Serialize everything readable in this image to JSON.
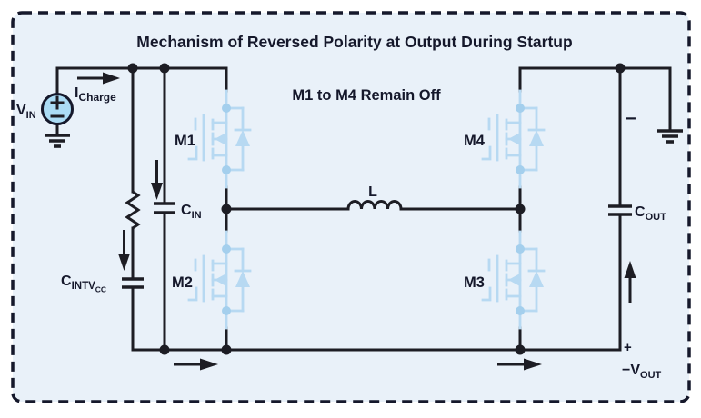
{
  "figure": {
    "title": "Mechanism of Reversed Polarity at Output During Startup",
    "subtitle": "M1 to M4 Remain Off"
  },
  "colors": {
    "panel_background": "#e9f1f9",
    "outline_and_text": "#15182b",
    "wire": "#1d1d24",
    "mosfet_blue": "#b7d9f2",
    "terminal_dot_blue": "#a4cfed",
    "source_fill": "#abdcf5"
  },
  "labels": {
    "vin": {
      "main": "V",
      "sub": "IN"
    },
    "icharge": {
      "main": "I",
      "sub": "Charge"
    },
    "cin": {
      "main": "C",
      "sub": "IN"
    },
    "cintvcc": {
      "main": "C",
      "sub": "INTV",
      "subsub": "CC"
    },
    "cout": {
      "main": "C",
      "sub": "OUT"
    },
    "inductor": "L",
    "m1": "M1",
    "m2": "M2",
    "m3": "M3",
    "m4": "M4",
    "output_minus": "−",
    "output_plus": "+",
    "vout": {
      "main": "−V",
      "sub": "OUT"
    }
  }
}
